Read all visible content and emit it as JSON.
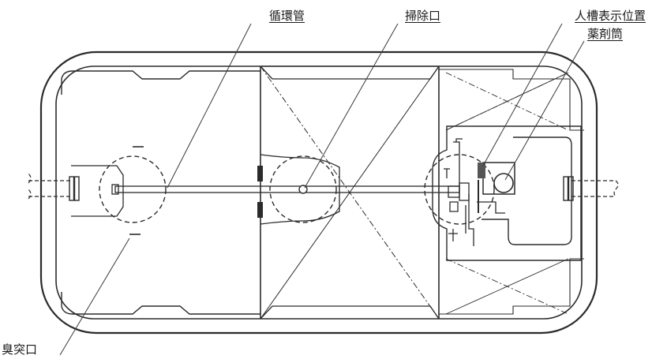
{
  "labels": {
    "circulation_pipe": "循環管",
    "cleanout_port": "掃除口",
    "manhole_mark_position": "人槽表示位置",
    "chemical_cylinder": "薬剤筒",
    "bottom_left": "臭突口"
  },
  "colors": {
    "ink": "#2b2b2b",
    "background": "#ffffff"
  }
}
